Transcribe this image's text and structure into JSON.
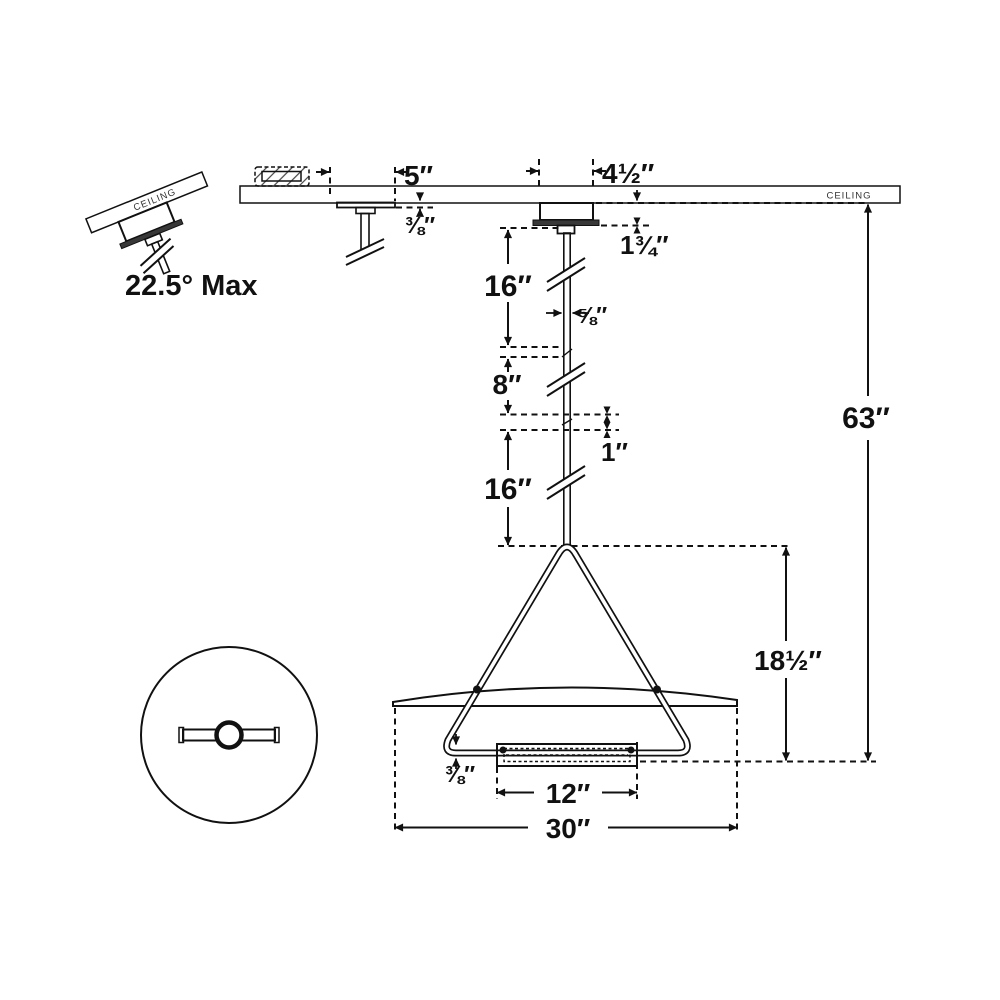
{
  "diagram": {
    "kind": "pendant-light-installation-dimension-drawing",
    "colors": {
      "line": "#111111",
      "canopy_plate": "#383838",
      "background": "#ffffff"
    },
    "labels": {
      "ceiling_main": "CEILING",
      "ceiling_sloped": "CEILING",
      "slope_max": "22.5° Max"
    },
    "dimensions": {
      "canopy_detail_width": "5″",
      "canopy_detail_plate_thickness": "⅜″",
      "canopy_width": "4½″",
      "canopy_height": "1¾″",
      "stem_upper_length": "16″",
      "stem_diameter": "⅝″",
      "stem_mid_length": "8″",
      "stem_coupler": "1″",
      "stem_lower_length": "16″",
      "overall_hanging_height": "63″",
      "fixture_height": "18½″",
      "frame_tube_thickness": "⅜″",
      "light_bar_width": "12″",
      "shade_diameter": "30″"
    }
  }
}
